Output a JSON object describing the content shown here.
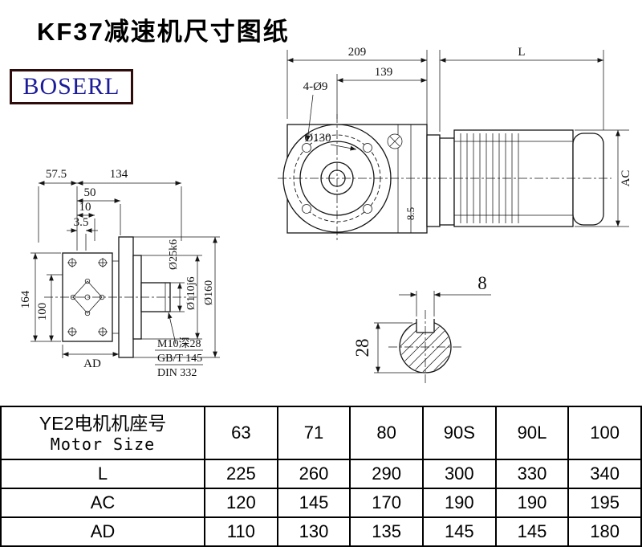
{
  "page": {
    "title": "KF37减速机尺寸图纸",
    "logo_text": "BOSERL"
  },
  "front_view": {
    "dim_total": "209",
    "dim_motor": "L",
    "dim_flange": "139",
    "holes_label": "4-Ø9",
    "flange_dia": "Ø130",
    "dim_foot": "8.5",
    "dim_height": "AC"
  },
  "side_view": {
    "dim_a": "57.5",
    "dim_b": "134",
    "dim_c": "50",
    "dim_d": "10",
    "dim_e": "3.5",
    "dim_f": "164",
    "dim_g": "100",
    "dim_h": "AD",
    "shaft_dia": "Ø25k6",
    "pilot_dia": "Ø110j6",
    "flange_od": "Ø160",
    "tap_note1": "M10深28",
    "tap_note2": "GB/T 145",
    "tap_note3": "DIN 332"
  },
  "shaft_section": {
    "key_width": "8",
    "key_height": "28"
  },
  "table": {
    "row_header_cn": "YE2电机机座号",
    "row_header_en": "Motor Size",
    "motor_sizes": [
      "63",
      "71",
      "80",
      "90S",
      "90L",
      "100"
    ],
    "rows": [
      {
        "label": "L",
        "values": [
          "225",
          "260",
          "290",
          "300",
          "330",
          "340"
        ]
      },
      {
        "label": "AC",
        "values": [
          "120",
          "145",
          "170",
          "190",
          "190",
          "195"
        ]
      },
      {
        "label": "AD",
        "values": [
          "110",
          "130",
          "135",
          "145",
          "145",
          "180"
        ]
      }
    ]
  }
}
